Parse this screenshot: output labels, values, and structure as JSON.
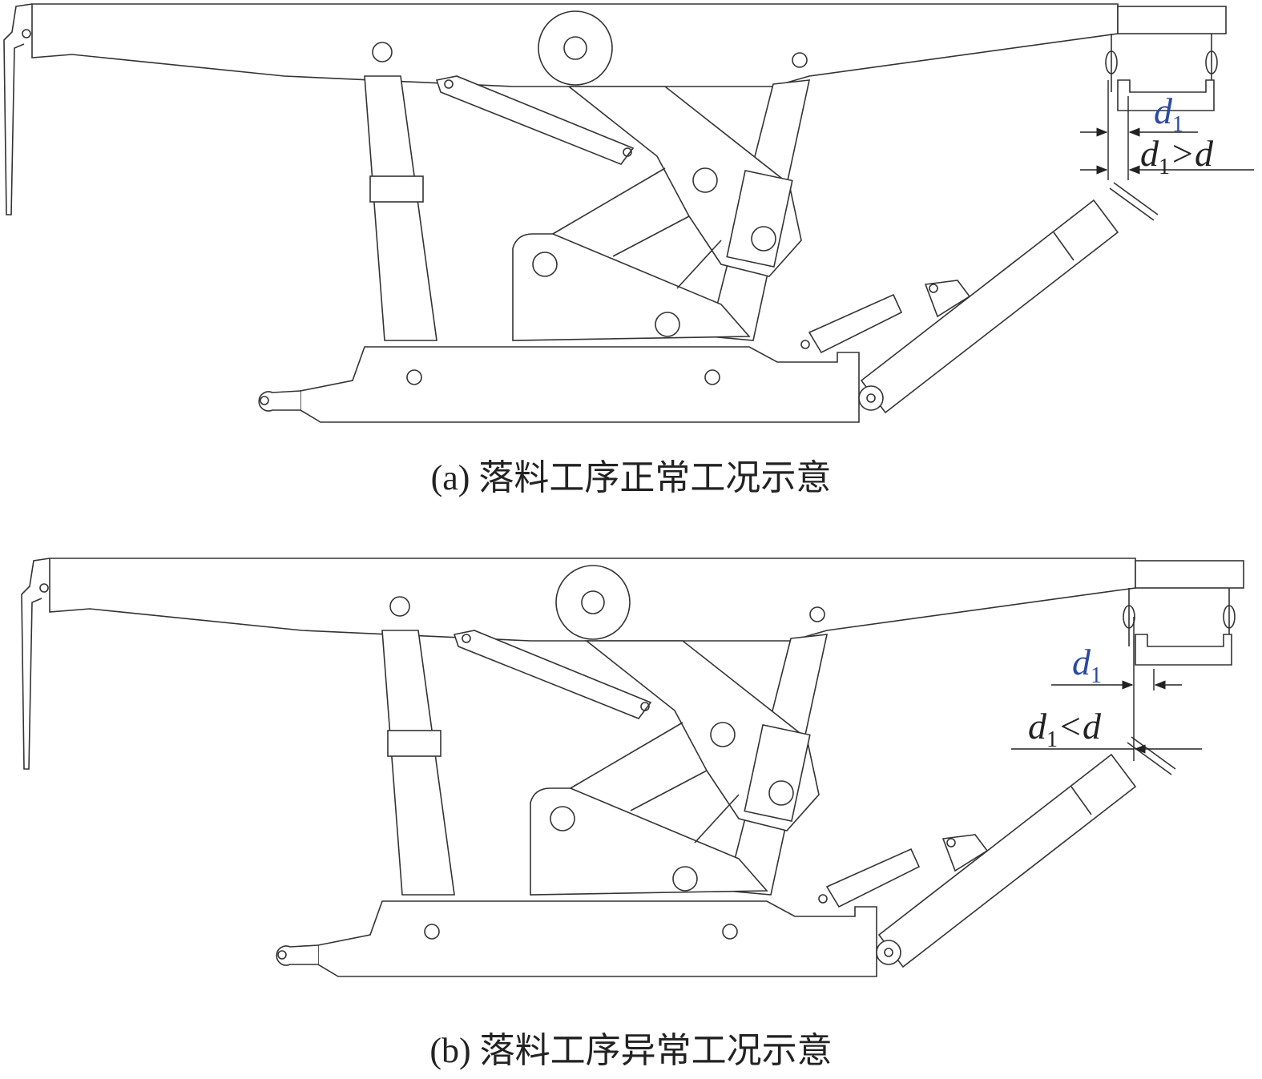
{
  "panel_a": {
    "caption": "(a) 落料工序正常工况示意",
    "d1_var": "d",
    "d1_sub": "1",
    "rel_left": "d",
    "rel_sub": "1",
    "rel_right": ">d"
  },
  "panel_b": {
    "caption": "(b) 落料工序异常工况示意",
    "d1_var": "d",
    "d1_sub": "1",
    "rel_left": "d",
    "rel_sub": "1",
    "rel_right": "<d"
  },
  "colors": {
    "accent": "#2b4aa0",
    "line": "#333333"
  }
}
